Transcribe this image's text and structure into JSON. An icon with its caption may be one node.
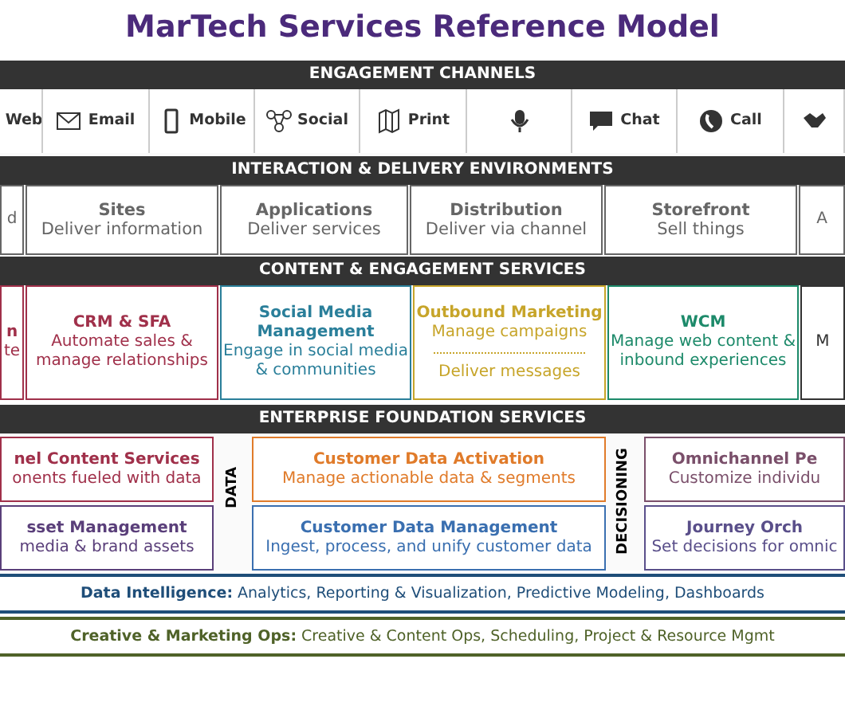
{
  "diagram": {
    "title": "MarTech Services Reference Model",
    "nodes": [
      {
        "text": [
          "ENGAGEMENT CHANNELS"
        ]
      },
      {
        "text": [
          "Web"
        ],
        "in": 0
      },
      {
        "text": [
          "Email"
        ],
        "in": 0
      },
      {
        "text": [
          "Mobile"
        ],
        "in": 0
      },
      {
        "text": [
          "Social"
        ],
        "in": 0
      },
      {
        "text": [
          "Print"
        ],
        "in": 0
      },
      {
        "text": [],
        "shape": "box",
        "in": 0
      },
      {
        "text": [
          "Chat"
        ],
        "in": 0
      },
      {
        "text": [
          "Call"
        ],
        "in": 0
      },
      {
        "text": [],
        "shape": "box",
        "in": 0
      },
      {
        "text": [
          "INTERACTION & DELIVERY ENVIRONMENTS"
        ]
      },
      {
        "text": [
          "d"
        ],
        "in": 10
      },
      {
        "text": [
          "Sites",
          "Deliver information"
        ],
        "in": 10
      },
      {
        "text": [
          "Applications",
          "Deliver services"
        ],
        "in": 10
      },
      {
        "text": [
          "Distribution",
          "Deliver via channel"
        ],
        "in": 10
      },
      {
        "text": [
          "Storefront",
          "Sell things"
        ],
        "in": 10
      },
      {
        "text": [
          "A"
        ],
        "in": 10
      },
      {
        "text": [
          "CONTENT & ENGAGEMENT SERVICES"
        ]
      },
      {
        "text": [
          "n",
          "te"
        ],
        "in": 17
      },
      {
        "text": [
          "CRM & SFA",
          "Automate sales & manage relationships"
        ],
        "in": 17
      },
      {
        "text": [
          "Social Media Management",
          "Engage in social media & communities"
        ],
        "in": 17
      },
      {
        "text": [
          "Outbound Marketing",
          "Manage campaigns",
          "Deliver messages"
        ],
        "in": 17
      },
      {
        "text": [
          "WCM",
          "Manage web content & inbound experiences"
        ],
        "in": 17
      },
      {
        "text": [
          "M"
        ],
        "in": 17
      },
      {
        "text": [
          "ENTERPRISE FOUNDATION SERVICES"
        ]
      },
      {
        "text": [
          "nel Content Services",
          "onents fueled with data"
        ],
        "in": 24
      },
      {
        "text": [
          "sset Management",
          "media & brand assets"
        ],
        "in": 24
      },
      {
        "text": [
          "Customer Data Activation",
          "Manage actionable data & segments"
        ],
        "in": 24
      },
      {
        "text": [
          "Customer Data Management",
          "Ingest, process, and unify customer data"
        ],
        "in": 24
      },
      {
        "text": [
          "Omnichannel Pe",
          "Customize individu"
        ],
        "in": 24
      },
      {
        "text": [
          "Journey Orch",
          "Set decisions for omnic"
        ],
        "in": 24
      },
      {
        "text": [
          "**Data Intelligence:** Analytics, Reporting & Visualization, Predictive Modeling, Dashboards"
        ]
      },
      {
        "text": [
          "**Creative & Marketing Ops:** Creative & Content Ops, Scheduling, Project & Resource Mgmt"
        ]
      }
    ],
    "edges": [],
    "labels": [
      "DATA",
      "DECISIONING"
    ]
  }
}
